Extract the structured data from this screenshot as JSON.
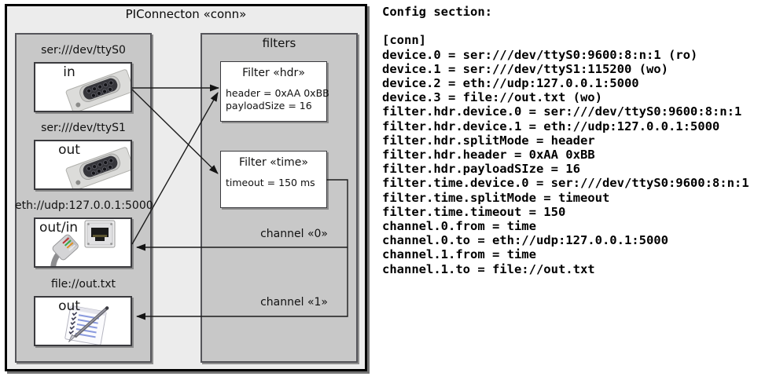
{
  "diagram": {
    "title": "PIConnecton «conn»",
    "devices": [
      {
        "uri": "ser:///dev/ttyS0",
        "direction": "in",
        "icon": "serial-connector"
      },
      {
        "uri": "ser:///dev/ttyS1",
        "direction": "out",
        "icon": "serial-connector"
      },
      {
        "uri": "eth://udp:127.0.0.1:5000",
        "direction": "out/in",
        "icon": "ethernet-plug"
      },
      {
        "uri": "file://out.txt",
        "direction": "out",
        "icon": "notepad-pen"
      }
    ],
    "filters_panel_title": "filters",
    "filters": [
      {
        "title": "Filter «hdr»",
        "properties": [
          "header = 0xAA 0xBB",
          "payloadSize = 16"
        ]
      },
      {
        "title": "Filter «time»",
        "properties": [
          "timeout = 150 ms"
        ]
      }
    ],
    "channels": [
      {
        "label": "channel «0»"
      },
      {
        "label": "channel «1»"
      }
    ],
    "colors": {
      "outer_fill": "#ececec",
      "panel_fill": "#c8c8c8",
      "line": "#1c1c1c"
    }
  },
  "config": {
    "heading": "Config section:",
    "lines": [
      "[conn]",
      "device.0 = ser:///dev/ttyS0:9600:8:n:1 (ro)",
      "device.1 = ser:///dev/ttyS1:115200 (wo)",
      "device.2 = eth://udp:127.0.0.1:5000",
      "device.3 = file://out.txt (wo)",
      "filter.hdr.device.0 = ser:///dev/ttyS0:9600:8:n:1",
      "filter.hdr.device.1 = eth://udp:127.0.0.1:5000",
      "filter.hdr.splitMode = header",
      "filter.hdr.header = 0xAA 0xBB",
      "filter.hdr.payloadSIze = 16",
      "filter.time.device.0 = ser:///dev/ttyS0:9600:8:n:1",
      "filter.time.splitMode = timeout",
      "filter.time.timeout = 150",
      "channel.0.from = time",
      "channel.0.to = eth://udp:127.0.0.1:5000",
      "channel.1.from = time",
      "channel.1.to = file://out.txt"
    ]
  }
}
